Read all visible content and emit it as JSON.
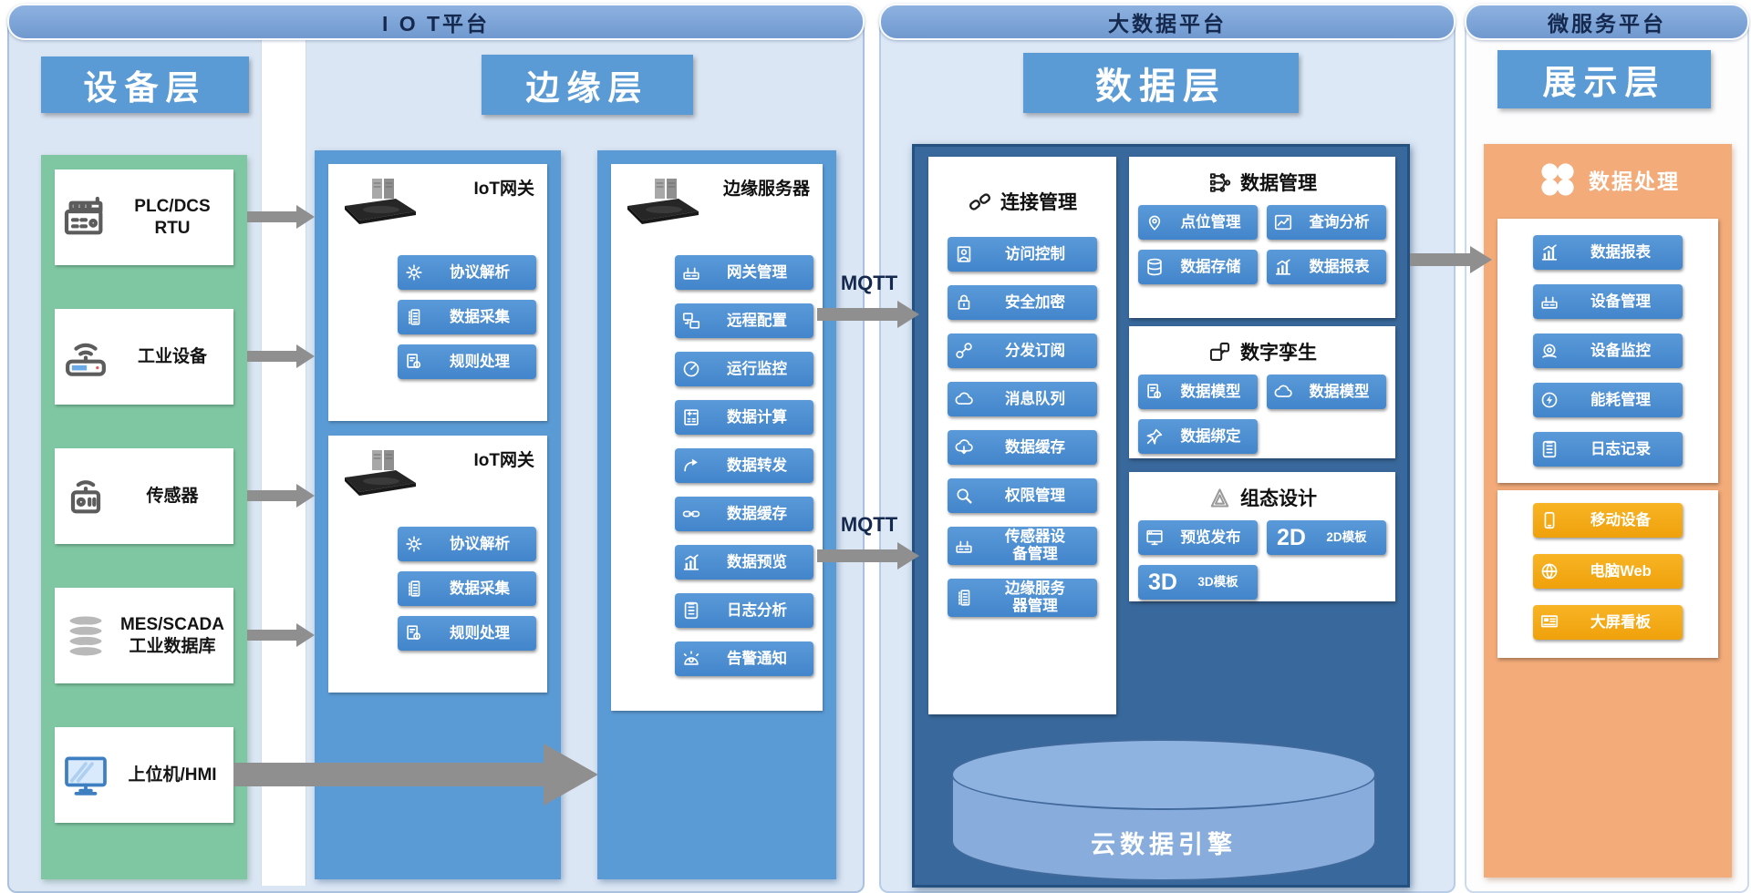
{
  "platforms": {
    "iot": "I O T平台",
    "bigdata": "大数据平台",
    "microservice": "微服务平台"
  },
  "layers": {
    "device": "设备层",
    "edge": "边缘层",
    "data": "数据层",
    "display": "展示层"
  },
  "labels": {
    "mqtt_top": "MQTT",
    "mqtt_bottom": "MQTT"
  },
  "device_layer": {
    "items": [
      {
        "name": "device-plc-dcs-rtu",
        "icon": "plc-icon",
        "label": "PLC/DCS\nRTU"
      },
      {
        "name": "device-industrial-equipment",
        "icon": "router-wifi-icon",
        "label": "工业设备"
      },
      {
        "name": "device-sensor",
        "icon": "sensor-icon",
        "label": "传感器"
      },
      {
        "name": "device-mes-scada-db",
        "icon": "database-gray-icon",
        "label": "MES/SCADA\n工业数据库"
      },
      {
        "name": "device-host-hmi",
        "icon": "monitor-icon",
        "label": "上位机/HMI"
      }
    ]
  },
  "edge_layer": {
    "gateways": [
      {
        "title": "IoT网关",
        "functions": [
          {
            "name": "protocol-parsing-node",
            "icon": "gear-icon",
            "label": "协议解析"
          },
          {
            "name": "data-collection-node",
            "icon": "data-collect-icon",
            "label": "数据采集"
          },
          {
            "name": "rule-processing-node",
            "icon": "rule-icon",
            "label": "规则处理"
          }
        ]
      },
      {
        "title": "IoT网关",
        "functions": [
          {
            "name": "protocol-parsing-node",
            "icon": "gear-icon",
            "label": "协议解析"
          },
          {
            "name": "data-collection-node",
            "icon": "data-collect-icon",
            "label": "数据采集"
          },
          {
            "name": "rule-processing-node",
            "icon": "rule-icon",
            "label": "规则处理"
          }
        ]
      }
    ],
    "server": {
      "title": "边缘服务器",
      "functions": [
        {
          "name": "gateway-management-node",
          "icon": "gateway-icon",
          "label": "网关管理"
        },
        {
          "name": "remote-config-node",
          "icon": "remote-config-icon",
          "label": "远程配置"
        },
        {
          "name": "runtime-monitoring-node",
          "icon": "gauge-icon",
          "label": "运行监控"
        },
        {
          "name": "data-computing-node",
          "icon": "calculator-icon",
          "label": "数据计算"
        },
        {
          "name": "data-forwarding-node",
          "icon": "forward-arrow-icon",
          "label": "数据转发"
        },
        {
          "name": "data-cache-node",
          "icon": "link-icon",
          "label": "数据缓存"
        },
        {
          "name": "data-preview-node",
          "icon": "chart-up-icon",
          "label": "数据预览"
        },
        {
          "name": "log-analysis-node",
          "icon": "log-icon",
          "label": "日志分析"
        },
        {
          "name": "alarm-notification-node",
          "icon": "alarm-icon",
          "label": "告警通知"
        }
      ]
    }
  },
  "data_layer": {
    "connection": {
      "title": "连接管理",
      "functions": [
        {
          "name": "access-control-node",
          "icon": "user-badge-icon",
          "label": "访问控制"
        },
        {
          "name": "security-encryption-node",
          "icon": "lock-icon",
          "label": "安全加密"
        },
        {
          "name": "publish-subscribe-node",
          "icon": "share-link-icon",
          "label": "分发订阅"
        },
        {
          "name": "message-queue-node",
          "icon": "cloud-icon",
          "label": "消息队列"
        },
        {
          "name": "data-cache-node",
          "icon": "cloud-download-icon",
          "label": "数据缓存"
        },
        {
          "name": "permission-management-node",
          "icon": "magnifier-icon",
          "label": "权限管理"
        },
        {
          "name": "sensor-device-management-node",
          "icon": "gateway-icon",
          "label": "传感器设\n备管理"
        },
        {
          "name": "edge-server-management-node",
          "icon": "data-collect-icon",
          "label": "边缘服务\n器管理"
        }
      ]
    },
    "data_management": {
      "title": "数据管理",
      "functions": [
        {
          "name": "point-management-node",
          "icon": "pin-icon",
          "label": "点位管理"
        },
        {
          "name": "query-analysis-node",
          "icon": "line-chart-icon",
          "label": "查询分析"
        },
        {
          "name": "data-storage-node",
          "icon": "database-icon",
          "label": "数据存储"
        },
        {
          "name": "data-report-node",
          "icon": "chart-up-icon",
          "label": "数据报表"
        }
      ]
    },
    "digital_twin": {
      "title": "数字孪生",
      "functions": [
        {
          "name": "data-model-node",
          "icon": "rule-icon",
          "label": "数据模型"
        },
        {
          "name": "data-model-cloud-node",
          "icon": "cloud-icon",
          "label": "数据模型"
        },
        {
          "name": "data-binding-node",
          "icon": "pushpin-icon",
          "label": "数据绑定"
        }
      ]
    },
    "configuration_design": {
      "title": "组态设计",
      "functions": [
        {
          "name": "preview-publish-node",
          "icon": "publish-icon",
          "label": "预览发布"
        },
        {
          "name": "template-2d-node",
          "prefix": "2D",
          "label": "2D模板"
        },
        {
          "name": "template-3d-node",
          "prefix": "3D",
          "label": "3D模板"
        }
      ]
    },
    "engine": "云数据引擎"
  },
  "display_layer": {
    "header": "数据处理",
    "functions": [
      {
        "name": "data-report-node",
        "icon": "chart-up-icon",
        "label": "数据报表"
      },
      {
        "name": "device-management-node",
        "icon": "gateway-icon",
        "label": "设备管理"
      },
      {
        "name": "device-monitoring-node",
        "icon": "monitor-cam-icon",
        "label": "设备监控"
      },
      {
        "name": "energy-management-node",
        "icon": "energy-icon",
        "label": "能耗管理"
      },
      {
        "name": "log-record-node",
        "icon": "log-icon",
        "label": "日志记录"
      }
    ],
    "channels": [
      {
        "name": "mobile-device-node",
        "icon": "mobile-icon",
        "label": "移动设备"
      },
      {
        "name": "pc-web-node",
        "icon": "globe-icon",
        "label": "电脑Web"
      },
      {
        "name": "big-screen-node",
        "icon": "screen-icon",
        "label": "大屏看板"
      }
    ]
  },
  "colors": {
    "accent_blue": "#5b9bd5",
    "button_blue": "#4385cb",
    "panel_dark": "#39699c",
    "device_green": "#7fc7a3",
    "display_orange": "#f2ab79",
    "channel_yellow": "#efa10b",
    "title_navy": "#15294e",
    "arrow_gray": "#8f8f8f"
  }
}
